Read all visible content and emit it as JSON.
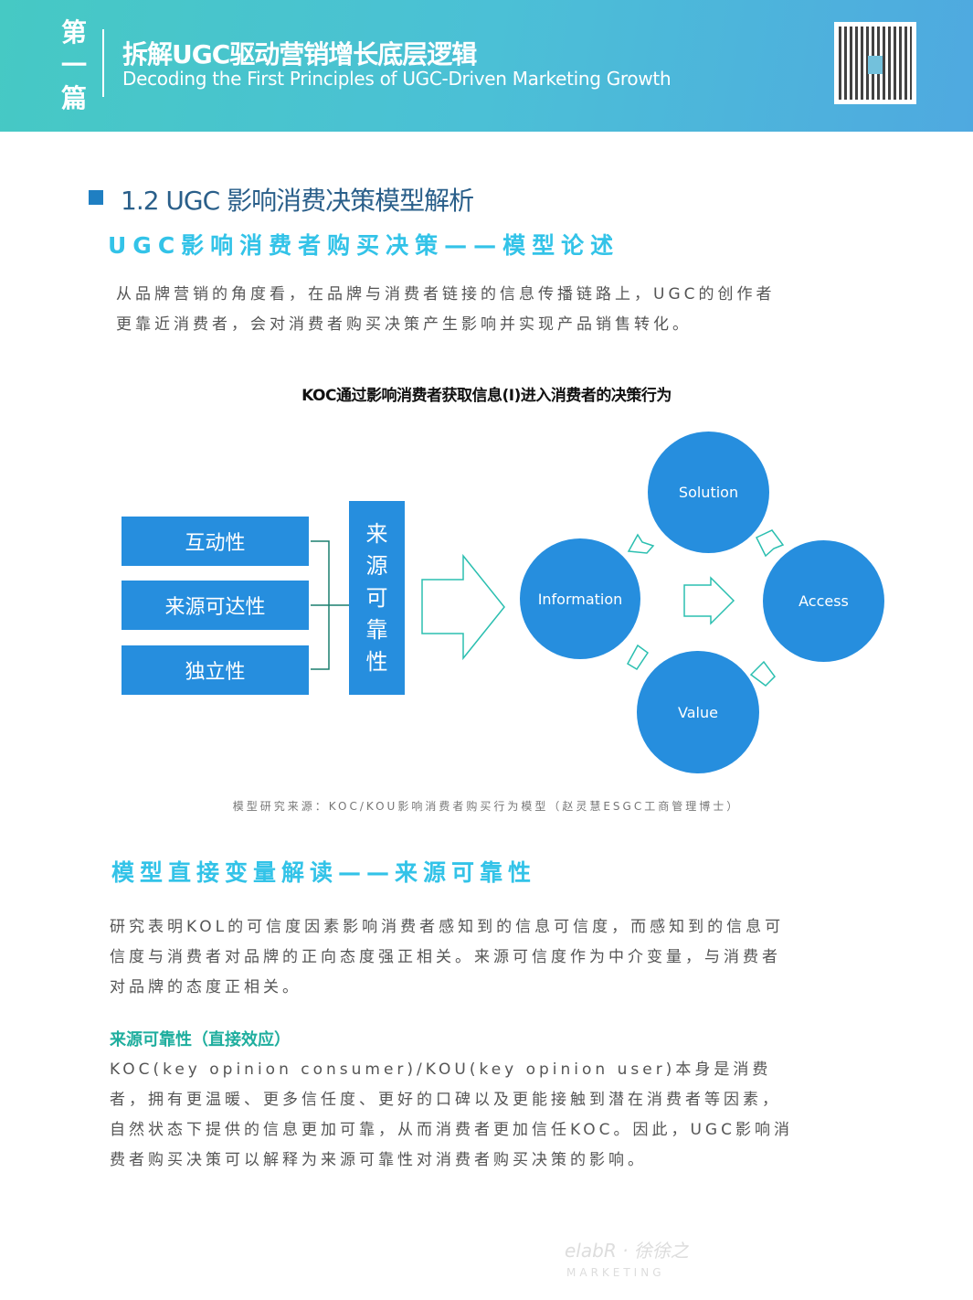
{
  "header": {
    "part_chars": [
      "第",
      "一",
      "篇"
    ],
    "title": "拆解UGC驱动营销增长底层逻辑",
    "subtitle": "Decoding the First Principles of UGC-Driven Marketing Growth"
  },
  "section": {
    "title": "1.2 UGC 影响消费决策模型解析",
    "subtitle": "UGC影响消费者购买决策——模型论述",
    "intro": [
      "从品牌营销的角度看，在品牌与消费者链接的信息传播链路上，UGC的创作者",
      "更靠近消费者，会对消费者购买决策产生影响并实现产品销售转化。"
    ]
  },
  "diagram": {
    "title": "KOC通过影响消费者获取信息(I)进入消费者的决策行为",
    "factors": [
      "互动性",
      "来源可达性",
      "独立性"
    ],
    "source_chars": [
      "来",
      "源",
      "可",
      "靠",
      "性"
    ],
    "nodes": {
      "information": "Information",
      "solution": "Solution",
      "access": "Access",
      "value": "Value"
    },
    "source_note": "模型研究来源：KOC/KOU影响消费者购买行为模型（赵灵慧ESGC工商管理博士）"
  },
  "interpret": {
    "title": "模型直接变量解读——来源可靠性",
    "para1": [
      "研究表明KOL的可信度因素影响消费者感知到的信息可信度，而感知到的信息可",
      "信度与消费者对品牌的正向态度强正相关。来源可信度作为中介变量，与消费者",
      "对品牌的态度正相关。"
    ],
    "heading": "来源可靠性（直接效应）",
    "para2": [
      "KOC(key opinion consumer)/KOU(key opinion user)本身是消费",
      "者，拥有更温暖、更多信任度、更好的口碑以及更能接触到潜在消费者等因素，",
      "自然状态下提供的信息更加可靠，从而消费者更加信任KOC。因此，UGC影响消",
      "费者购买决策可以解释为来源可靠性对消费者购买决策的影响。"
    ]
  },
  "watermark": {
    "logo": "elabR · 徐徐之",
    "brand": "MARKETING"
  }
}
